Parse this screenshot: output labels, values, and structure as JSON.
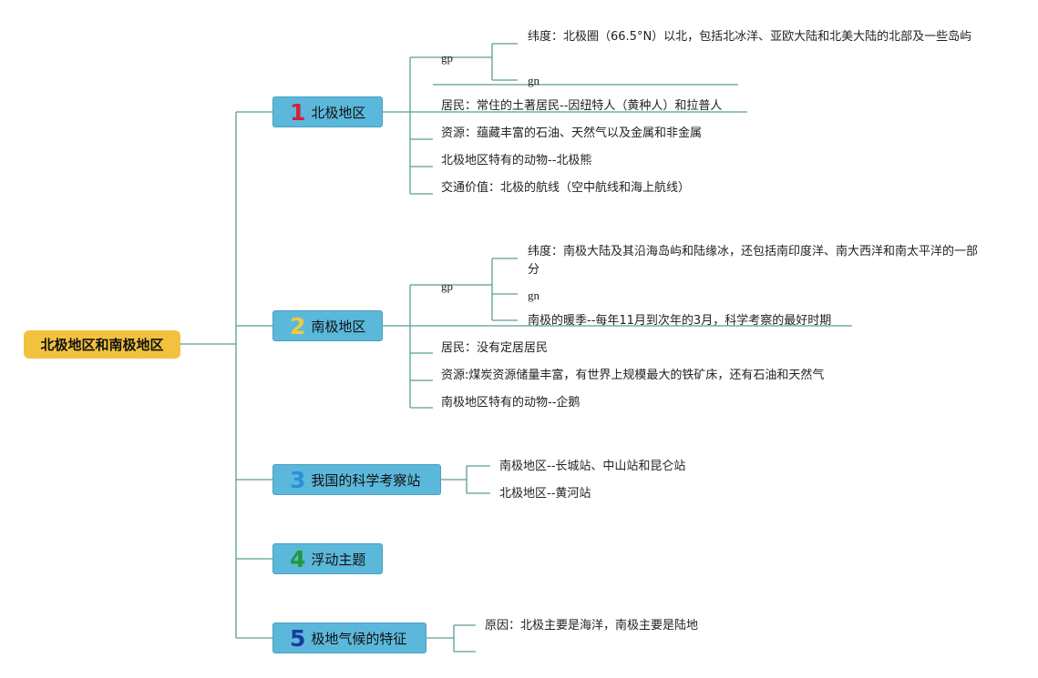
{
  "root": "北极地区和南极地区",
  "topics": [
    {
      "num": "1",
      "num_color": "#d61f3c",
      "label": "北极地区",
      "children": [
        {
          "label": "gp",
          "children": [
            "纬度：北极圈（66.5°N）以北，包括北冰洋、亚欧大陆和北美大陆的北部及一些岛屿",
            "gn"
          ]
        },
        {
          "label": "居民：常住的土著居民--因纽特人（黄种人）和拉普人"
        },
        {
          "label": "资源：蕴藏丰富的石油、天然气以及金属和非金属"
        },
        {
          "label": "北极地区特有的动物--北极熊"
        },
        {
          "label": "交通价值：北极的航线（空中航线和海上航线）"
        }
      ]
    },
    {
      "num": "2",
      "num_color": "#f3c93c",
      "label": "南极地区",
      "children": [
        {
          "label": "gp",
          "children": [
            "纬度：南极大陆及其沿海岛屿和陆缘冰，还包括南印度洋、南大西洋和南太平洋的一部分",
            "gn",
            "南极的暖季--每年11月到次年的3月，科学考察的最好时期"
          ]
        },
        {
          "label": "居民：没有定居居民"
        },
        {
          "label": "资源:煤炭资源储量丰富，有世界上规模最大的铁矿床，还有石油和天然气"
        },
        {
          "label": "南极地区特有的动物--企鹅"
        }
      ]
    },
    {
      "num": "3",
      "num_color": "#2a8fdc",
      "label": "我国的科学考察站",
      "children": [
        {
          "label": "南极地区--长城站、中山站和昆仑站"
        },
        {
          "label": "北极地区--黄河站"
        }
      ]
    },
    {
      "num": "4",
      "num_color": "#1e9a3a",
      "label": "浮动主题",
      "children": []
    },
    {
      "num": "5",
      "num_color": "#1a3a9a",
      "label": "极地气候的特征",
      "children": [
        {
          "label": "原因：北极主要是海洋，南极主要是陆地"
        },
        {
          "label": ""
        }
      ]
    }
  ]
}
